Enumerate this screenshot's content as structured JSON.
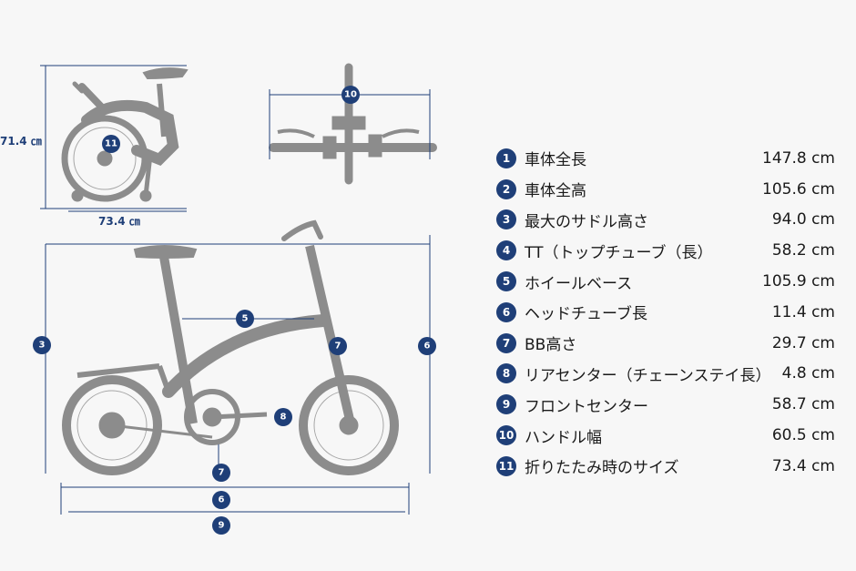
{
  "colors": {
    "accent": "#1f3f78",
    "bike": "#8c8c8c",
    "background": "#f7f7f7"
  },
  "dimensions": {
    "folded_height": "71.4 ㎝",
    "folded_width": "73.4 ㎝"
  },
  "markers": {
    "folded": "11",
    "handlebar": "10",
    "height": "3",
    "top_tube": "5",
    "head_tube": "7",
    "wheelbase_right": "6",
    "chainstay": "8",
    "bb_height": "7",
    "wheelbase_bottom": "6",
    "front_center": "9"
  },
  "specs": [
    {
      "num": "1",
      "label": "車体全長",
      "value": "147.8 cm"
    },
    {
      "num": "2",
      "label": "車体全高",
      "value": "105.6 cm"
    },
    {
      "num": "3",
      "label": "最大のサドル高さ",
      "value": "94.0 cm"
    },
    {
      "num": "4",
      "label": "TT（トップチューブ（長）",
      "value": "58.2 cm"
    },
    {
      "num": "5",
      "label": "ホイールベース",
      "value": "105.9 cm"
    },
    {
      "num": "6",
      "label": "ヘッドチューブ長",
      "value": "11.4 cm"
    },
    {
      "num": "7",
      "label": "BB高さ",
      "value": "29.7 cm"
    },
    {
      "num": "8",
      "label": "リアセンター（チェーンステイ長）",
      "value": "4.8 cm"
    },
    {
      "num": "9",
      "label": "フロントセンター",
      "value": "58.7 cm"
    },
    {
      "num": "10",
      "label": "ハンドル幅",
      "value": "60.5 cm"
    },
    {
      "num": "11",
      "label": "折りたたみ時のサイズ",
      "value": "73.4 cm"
    }
  ]
}
